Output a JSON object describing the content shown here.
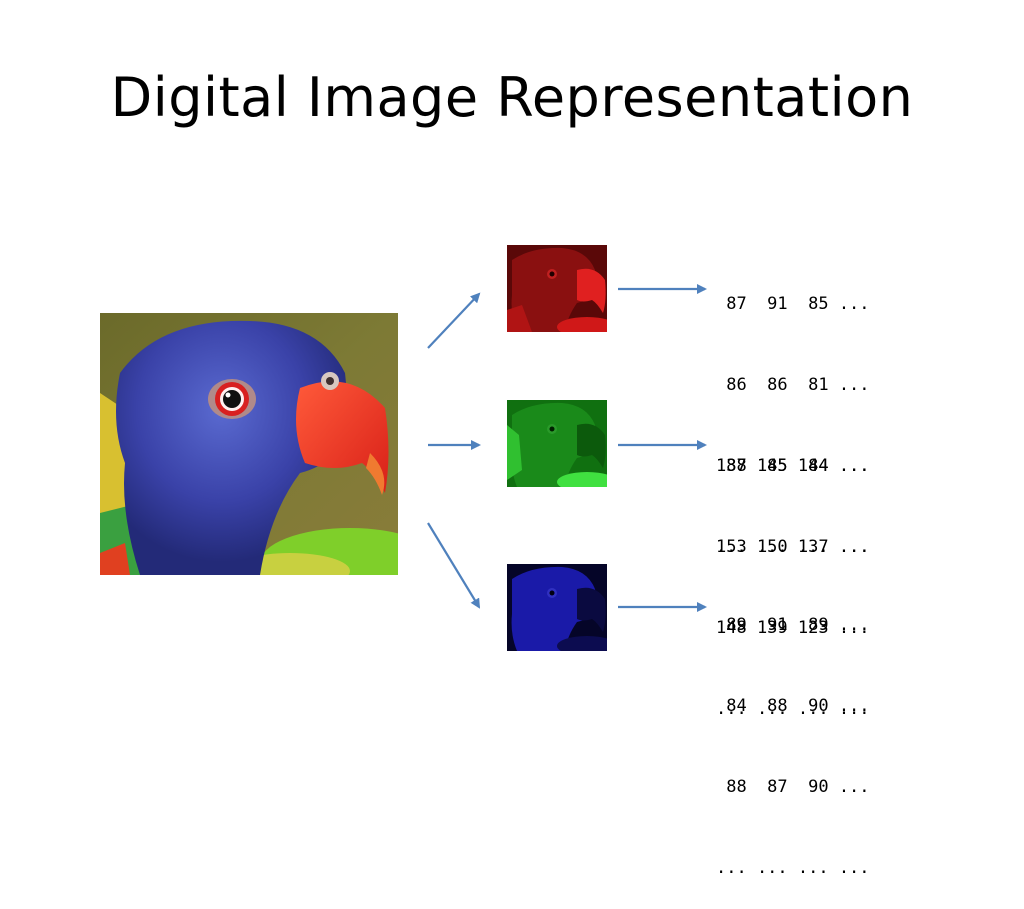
{
  "slide": {
    "title": "Digital Image Representation"
  },
  "colors": {
    "background": "#ffffff",
    "arrow": "#4f81bd",
    "red_channel": "#c00000",
    "green_channel": "#00a000",
    "blue_channel": "#0000c0"
  },
  "images": {
    "source": "parrot-color-photo",
    "channels": [
      "red-channel-image",
      "green-channel-image",
      "blue-channel-image"
    ]
  },
  "matrices": {
    "red": [
      " 87  91  85 ...",
      " 86  86  81 ...",
      " 88  85  84 ...",
      "... ... ... ..."
    ],
    "green": [
      "137 145 144 ...",
      "153 150 137 ...",
      "148 139 123 ...",
      "... ... ... ..."
    ],
    "blue": [
      " 89  91  89 ...",
      " 84  88  90 ...",
      " 88  87  90 ...",
      "... ... ... ..."
    ]
  }
}
